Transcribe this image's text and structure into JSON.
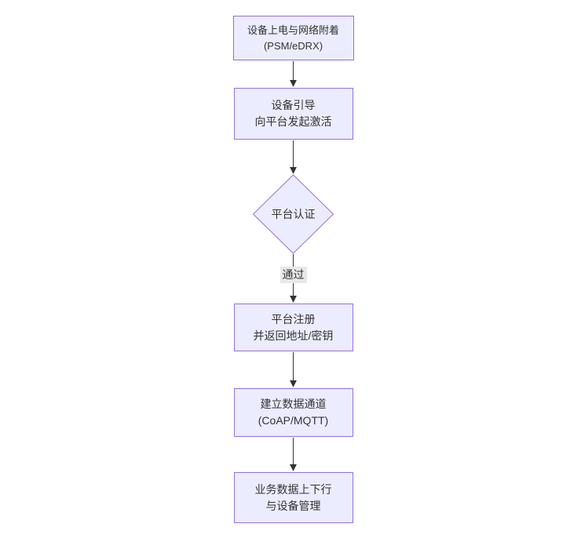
{
  "diagram": {
    "type": "flowchart",
    "direction": "top-down",
    "nodes": [
      {
        "id": "power_attach",
        "shape": "rectangle",
        "lines": [
          "设备上电与网络附着",
          "(PSM/eDRX)"
        ]
      },
      {
        "id": "bootstrap",
        "shape": "rectangle",
        "lines": [
          "设备引导",
          "向平台发起激活"
        ]
      },
      {
        "id": "platform_auth",
        "shape": "diamond",
        "lines": [
          "平台认证"
        ]
      },
      {
        "id": "platform_register",
        "shape": "rectangle",
        "lines": [
          "平台注册",
          "并返回地址/密钥"
        ]
      },
      {
        "id": "data_channel",
        "shape": "rectangle",
        "lines": [
          "建立数据通道",
          "(CoAP/MQTT)"
        ]
      },
      {
        "id": "business_data",
        "shape": "rectangle",
        "lines": [
          "业务数据上下行",
          "与设备管理"
        ]
      }
    ],
    "edges": [
      {
        "from": "power_attach",
        "to": "bootstrap",
        "label": ""
      },
      {
        "from": "bootstrap",
        "to": "platform_auth",
        "label": ""
      },
      {
        "from": "platform_auth",
        "to": "platform_register",
        "label": "通过"
      },
      {
        "from": "platform_register",
        "to": "data_channel",
        "label": ""
      },
      {
        "from": "data_channel",
        "to": "business_data",
        "label": ""
      }
    ],
    "colors": {
      "node_fill": "#ECECFF",
      "node_border": "#9370DB",
      "edge_line": "#333333",
      "text": "#333333",
      "edge_label_bg": "#e8e8e8",
      "canvas_bg": "#ffffff"
    }
  }
}
